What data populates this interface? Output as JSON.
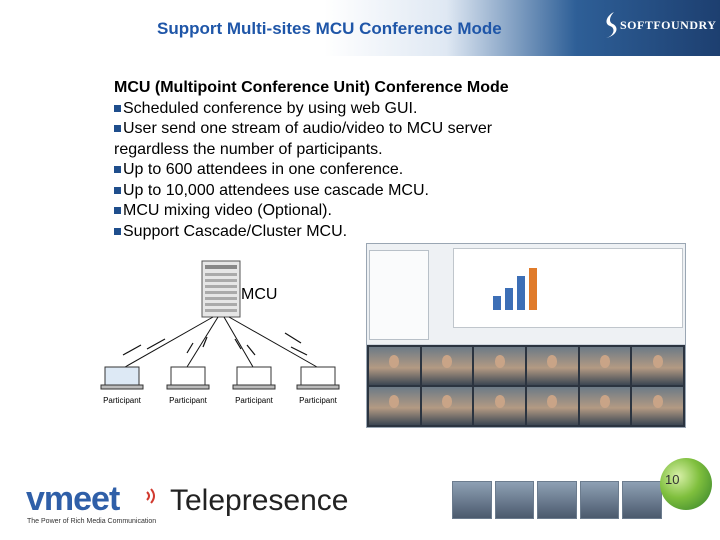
{
  "slide": {
    "title": "Support Multi-sites MCU Conference Mode",
    "page_number": "10"
  },
  "brand": {
    "company": "SOFTFOUNDRY",
    "product": "vmeet",
    "product_suffix": "Telepresence",
    "tagline": "The Power of Rich Media Communication",
    "accent_color": "#1f56a8"
  },
  "content": {
    "heading": "MCU (Multipoint Conference Unit) Conference Mode",
    "bullets": [
      "Scheduled conference by using web GUI.",
      "User send one stream of audio/video to MCU server",
      "Up to 600 attendees in one conference.",
      "Up to 10,000 attendees use cascade MCU.",
      "MCU mixing video (Optional).",
      "Support Cascade/Cluster MCU."
    ],
    "continuation": "regardless the number of participants."
  },
  "diagram": {
    "server_label": "MCU",
    "participants": [
      "Participant",
      "Participant",
      "Participant",
      "Participant"
    ]
  }
}
